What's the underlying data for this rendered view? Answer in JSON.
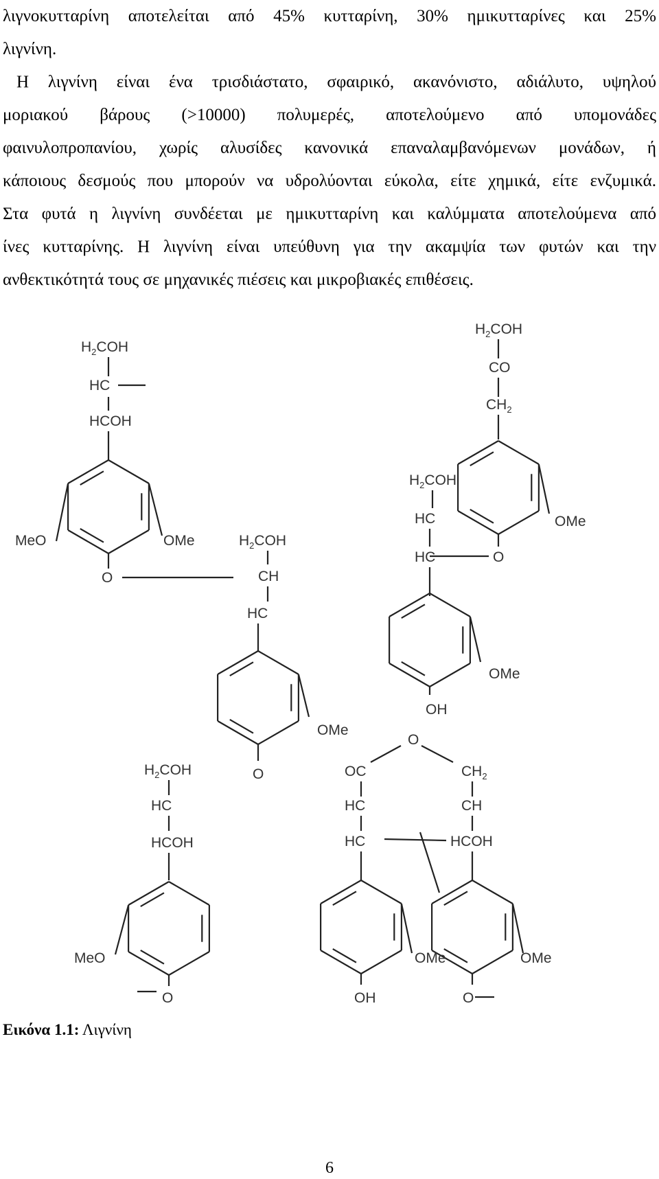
{
  "text": {
    "lines": [
      "λιγνοκυτταρίνη αποτελείται από 45% κυτταρίνη, 30% ημικυτταρίνες και 25%",
      "λιγνίνη.",
      "Η λιγνίνη είναι ένα τρισδιάστατο, σφαιρικό, ακανόνιστο, αδιάλυτο, υψηλού",
      "μοριακού βάρους (>10000) πολυμερές, αποτελούμενο από υπομονάδες",
      "φαινυλοπροπανίου, χωρίς αλυσίδες κανονικά επαναλαμβανόμενων μονάδων, ή",
      "κάποιους δεσμούς που μπορούν να υδρολύονται εύκολα, είτε χημικά, είτε ενζυμικά.",
      "Στα φυτά η λιγνίνη συνδέεται με ημικυτταρίνη και καλύμματα αποτελούμενα από",
      "ίνες κυτταρίνης. Η λιγνίνη είναι υπεύθυνη για την ακαμψία των φυτών και την",
      "ανθεκτικότητά τους σε μηχανικές πιέσεις και μικροβιακές επιθέσεις."
    ]
  },
  "figure": {
    "labels": {
      "h2coh": "H2COH",
      "hc": "HC",
      "hcoh": "HCOH",
      "ch": "CH",
      "co": "CO",
      "oc": "OC",
      "ch2": "CH2",
      "o": "O",
      "oh": "OH",
      "ome": "OMe",
      "meo": "MeO"
    }
  },
  "caption": {
    "prefix": "Εικόνα 1.1:",
    "text": " Λιγνίνη"
  },
  "page_number": "6"
}
